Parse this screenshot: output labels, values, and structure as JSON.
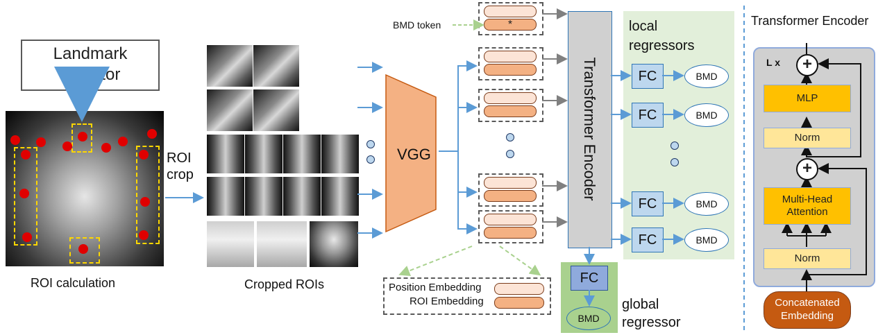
{
  "labels": {
    "landmark_detector": "Landmark detector",
    "roi_crop": "ROI crop",
    "roi_calculation": "ROI calculation",
    "cropped_rois": "Cropped ROIs",
    "vgg": "VGG",
    "bmd_token": "BMD token",
    "token_star": "*",
    "transformer_encoder": "Transformer Encoder",
    "local_regressors": "local regressors",
    "fc": "FC",
    "bmd": "BMD",
    "position_embedding": "Position Embedding",
    "roi_embedding": "ROI Embedding",
    "global_regressor": "global regressor"
  },
  "encoder_detail": {
    "title": "Transformer Encoder",
    "repeat": "L x",
    "mlp": "MLP",
    "norm": "Norm",
    "attention": "Multi-Head Attention",
    "input": "Concatenated Embedding",
    "plus": "+"
  },
  "colors": {
    "arrow": "#5b9bd5",
    "encoder_gray": "#d0d0d0",
    "vgg_orange": "#f4b183",
    "local_bg": "#e2efda",
    "global_bg": "#a9d18e",
    "block_yellow": "#ffc000",
    "norm_yellow": "#ffe699",
    "input_rust": "#c55a11",
    "landmark_red": "#e00000",
    "roi_box_yellow": "#ffd700"
  }
}
